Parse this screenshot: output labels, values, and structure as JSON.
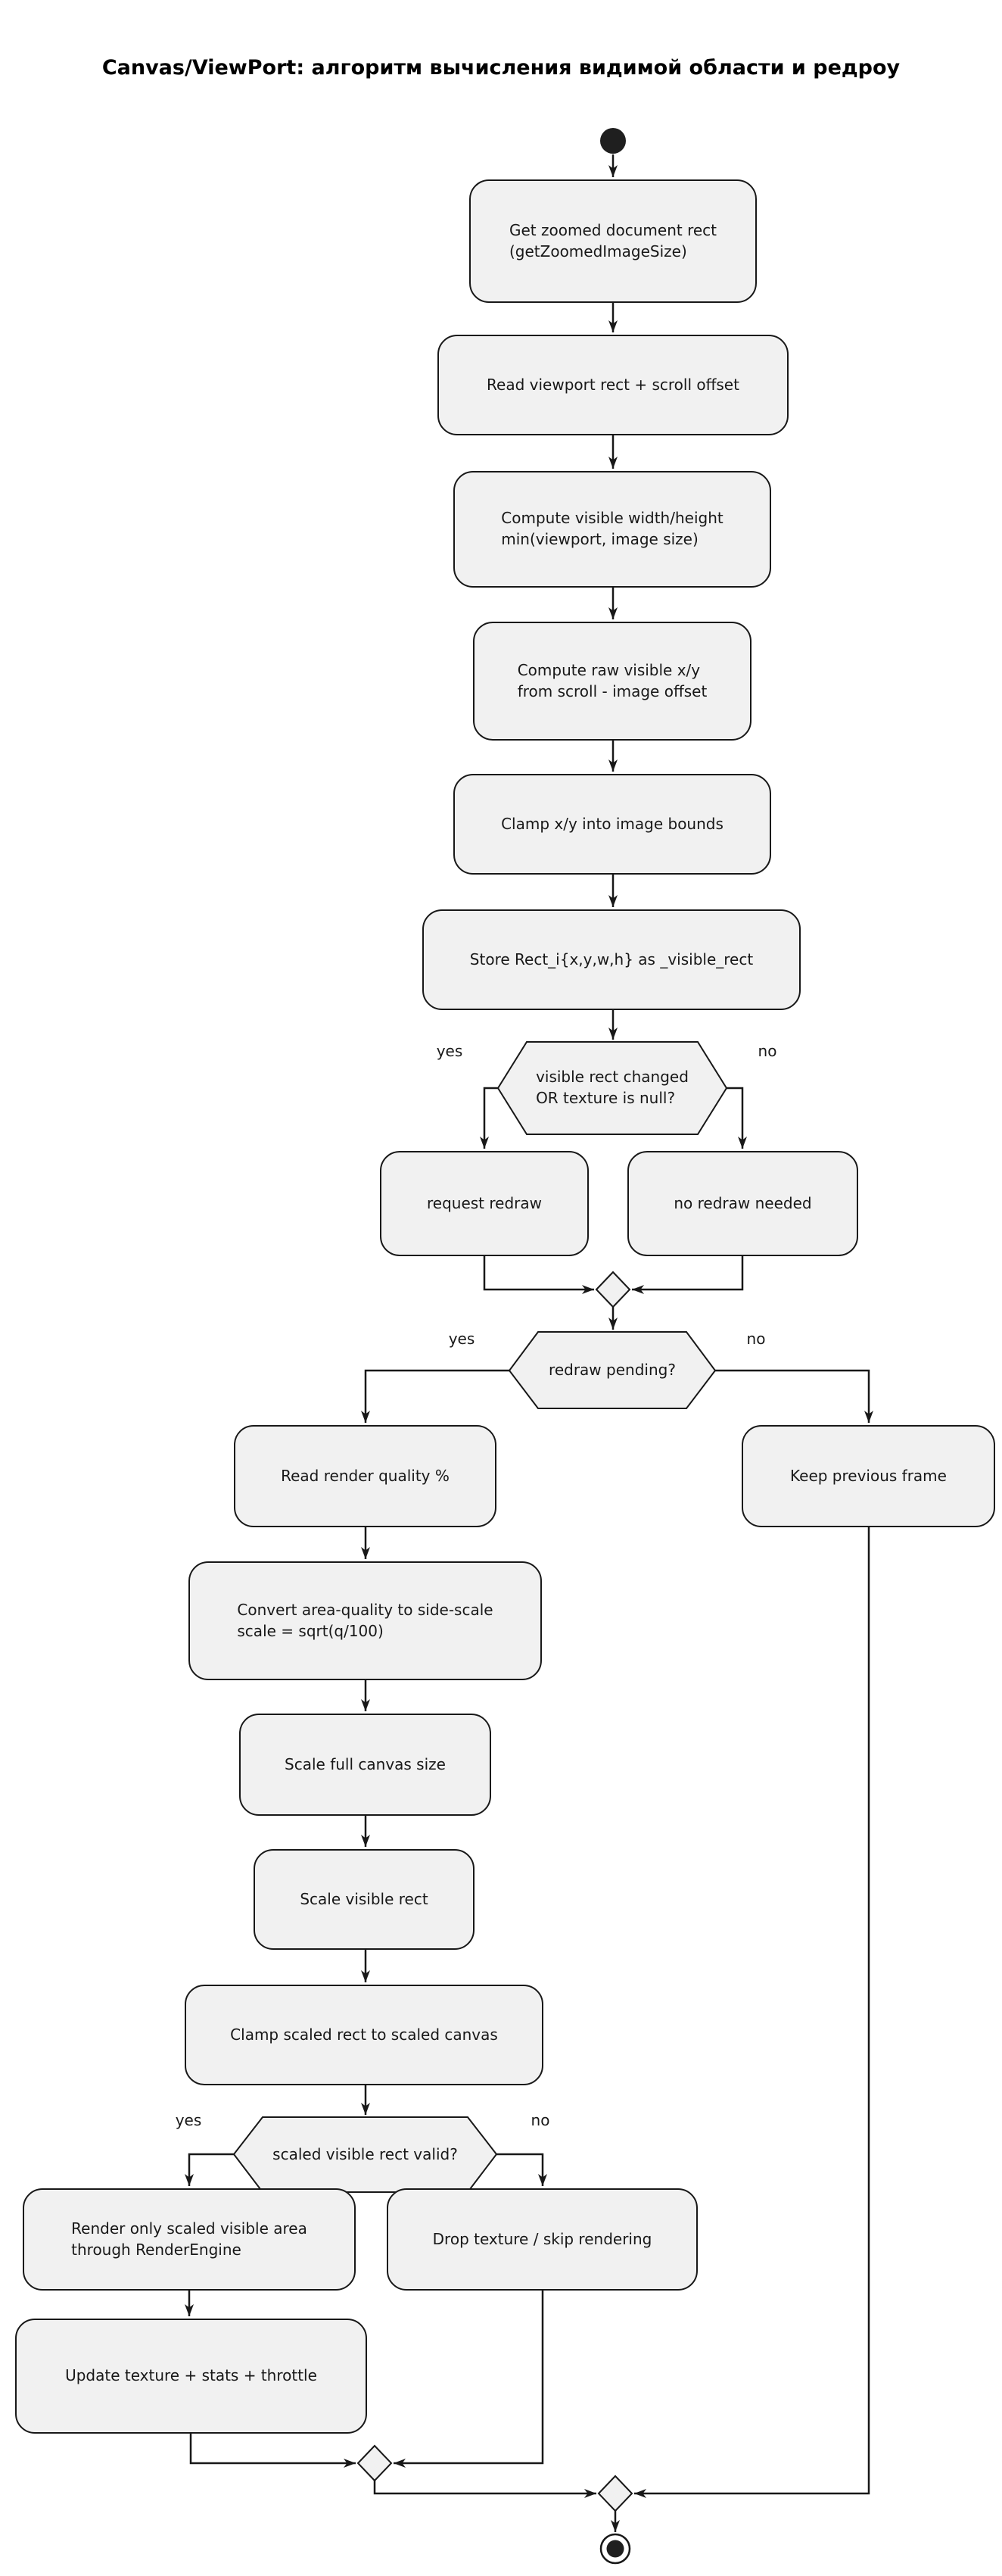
{
  "title": "Canvas/ViewPort: алгоритм вычисления видимой области и редроу",
  "nodes": {
    "get_zoomed_rect": {
      "label": "Get zoomed document rect\n(getZoomedImageSize)"
    },
    "read_viewport": {
      "label": "Read viewport rect + scroll offset"
    },
    "compute_visible_wh": {
      "label": "Compute visible width/height\nmin(viewport, image size)"
    },
    "compute_raw_xy": {
      "label": "Compute raw visible x/y\nfrom scroll - image offset"
    },
    "clamp_xy": {
      "label": "Clamp x/y into image bounds"
    },
    "store_rect": {
      "label": "Store Rect_i{x,y,w,h} as _visible_rect"
    },
    "request_redraw": {
      "label": "request redraw"
    },
    "no_redraw_needed": {
      "label": "no redraw needed"
    },
    "read_render_quality": {
      "label": "Read render quality %"
    },
    "keep_previous_frame": {
      "label": "Keep previous frame"
    },
    "convert_quality": {
      "label": "Convert area-quality to side-scale\nscale = sqrt(q/100)"
    },
    "scale_full_canvas": {
      "label": "Scale full canvas size"
    },
    "scale_visible_rect": {
      "label": "Scale visible rect"
    },
    "clamp_scaled_rect": {
      "label": "Clamp scaled rect to scaled canvas"
    },
    "render_visible_area": {
      "label": "Render only scaled visible area\nthrough RenderEngine"
    },
    "drop_texture": {
      "label": "Drop texture / skip rendering"
    },
    "update_texture": {
      "label": "Update texture + stats + throttle"
    }
  },
  "decisions": {
    "visible_rect_changed": {
      "label": "visible rect changed\nOR texture is null?",
      "yes": "yes",
      "no": "no"
    },
    "redraw_pending": {
      "label": "redraw pending?",
      "yes": "yes",
      "no": "no"
    },
    "scaled_rect_valid": {
      "label": "scaled visible rect valid?",
      "yes": "yes",
      "no": "no"
    }
  },
  "colors": {
    "background": "#FFFFFF",
    "node_fill": "#F1F1F1",
    "node_border": "#181818",
    "line": "#181818",
    "start_fill": "#1F1F1F",
    "title_color": "#000000"
  }
}
